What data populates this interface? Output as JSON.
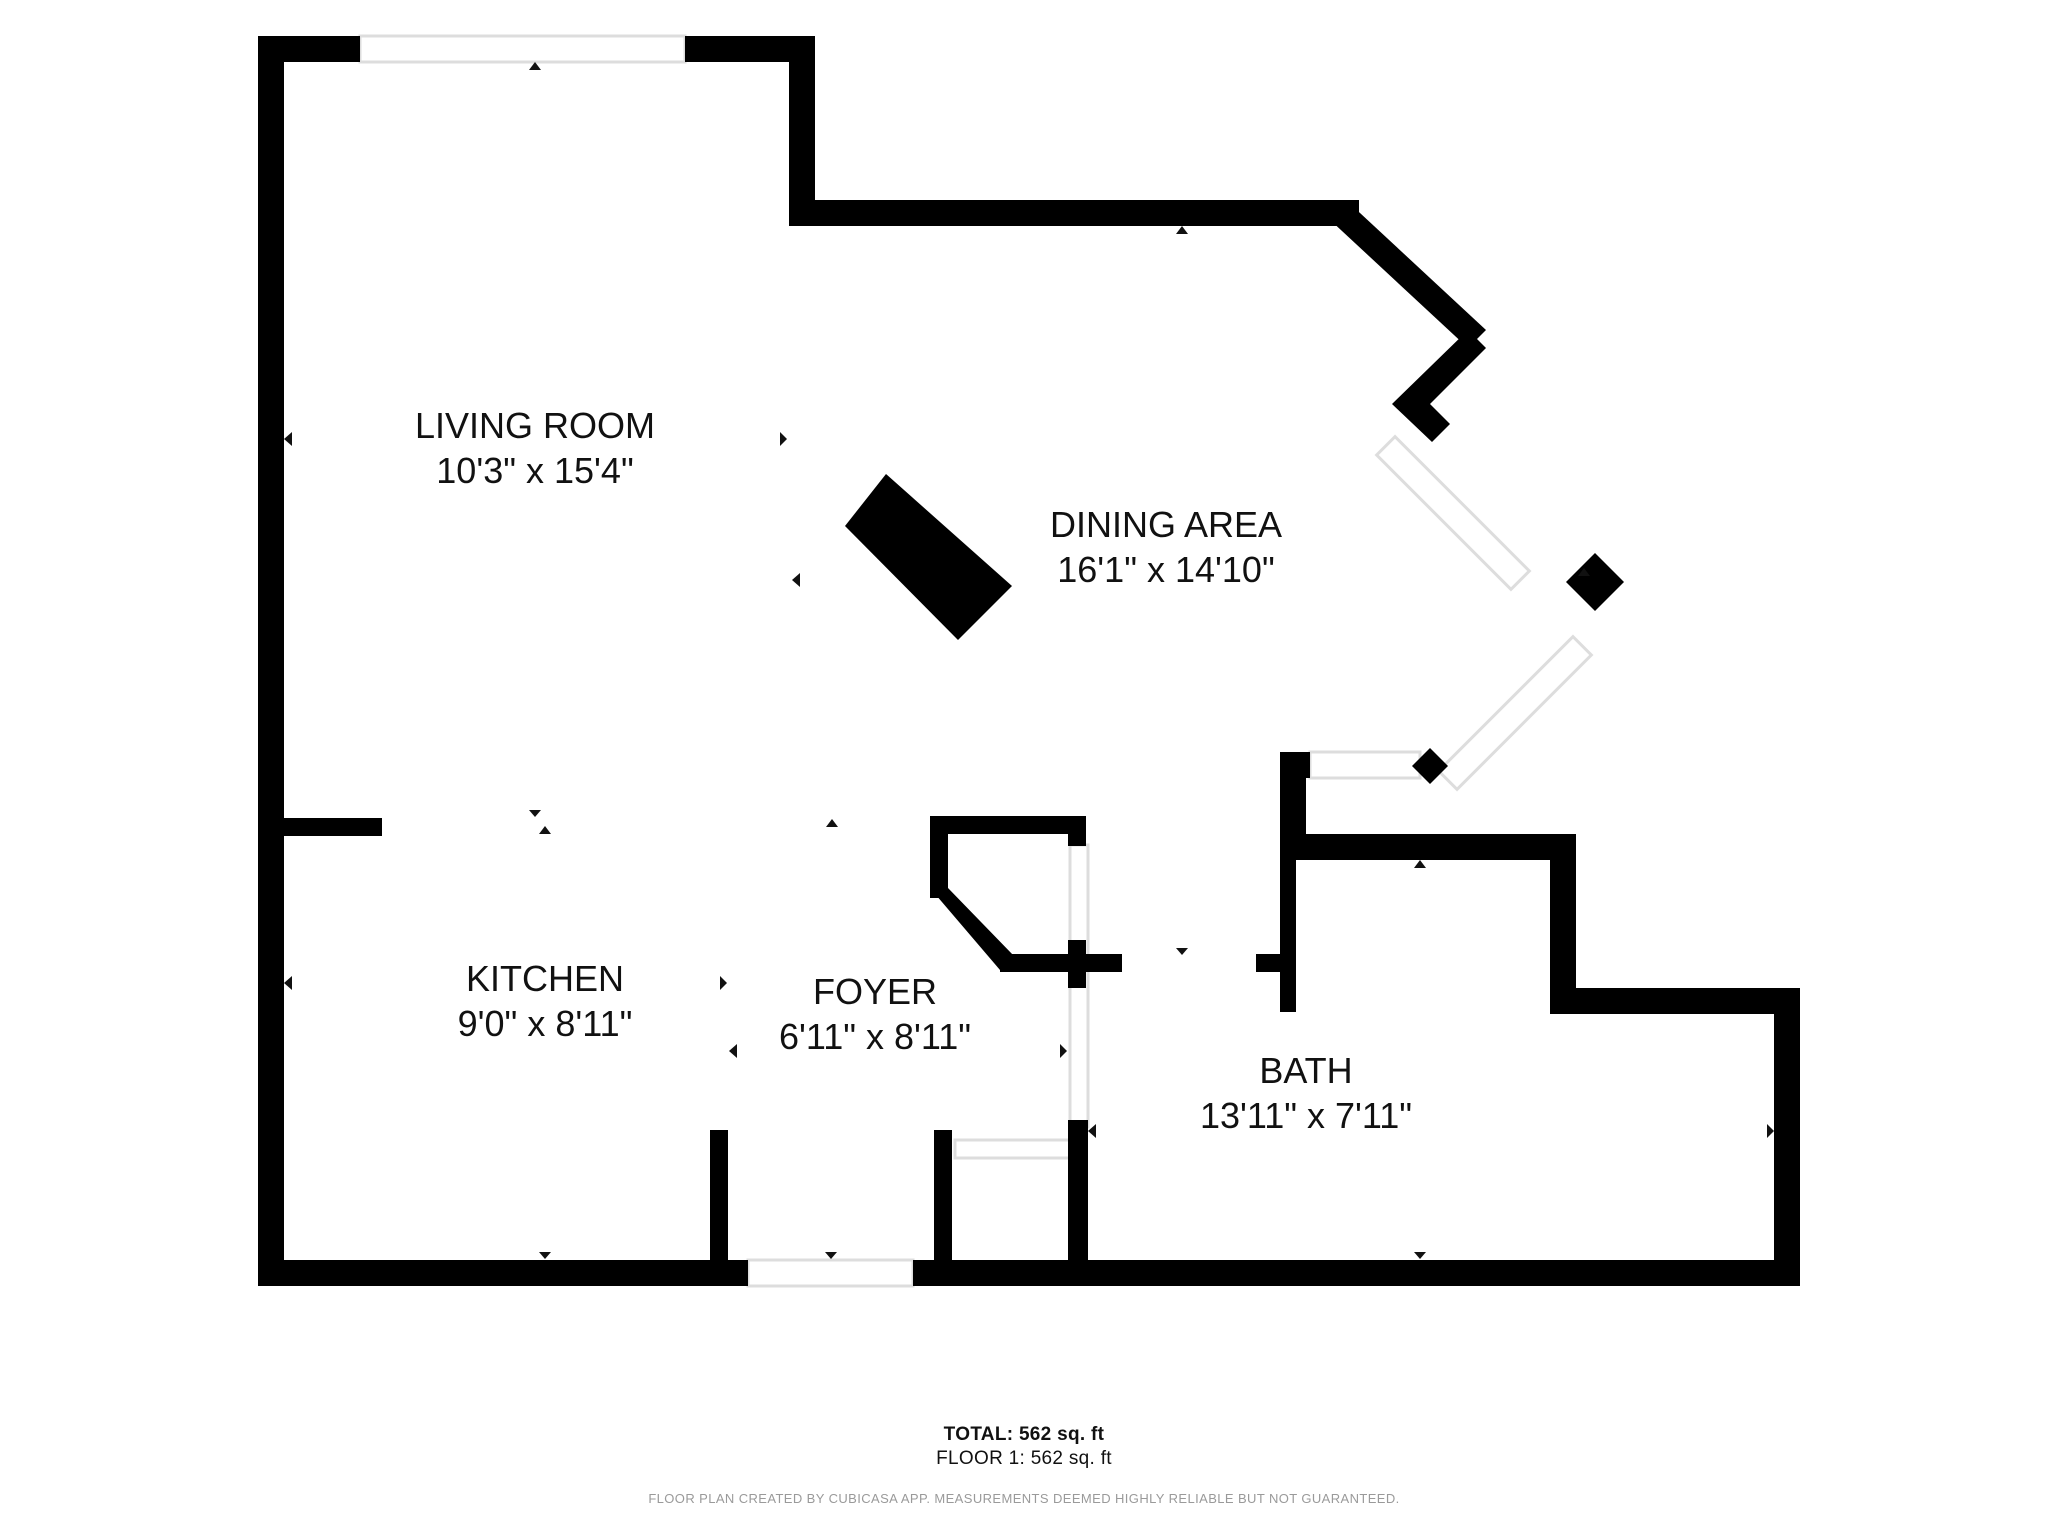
{
  "colors": {
    "wall": "#000000",
    "background": "#ffffff",
    "marker": "#111111",
    "window": "#dddddd",
    "disclaimer": "#9a9a9a"
  },
  "rooms": {
    "living_room": {
      "name": "LIVING ROOM",
      "dimensions": "10'3\" x 15'4\""
    },
    "dining_area": {
      "name": "DINING AREA",
      "dimensions": "16'1\" x 14'10\""
    },
    "kitchen": {
      "name": "KITCHEN",
      "dimensions": "9'0\" x 8'11\""
    },
    "foyer": {
      "name": "FOYER",
      "dimensions": "6'11\" x 8'11\""
    },
    "bath": {
      "name": "BATH",
      "dimensions": "13'11\" x 7'11\""
    }
  },
  "summary": {
    "total": "TOTAL: 562 sq. ft",
    "floor_1": "FLOOR 1: 562 sq. ft"
  },
  "disclaimer": "FLOOR PLAN CREATED BY CUBICASA APP. MEASUREMENTS DEEMED HIGHLY RELIABLE BUT NOT GUARANTEED."
}
